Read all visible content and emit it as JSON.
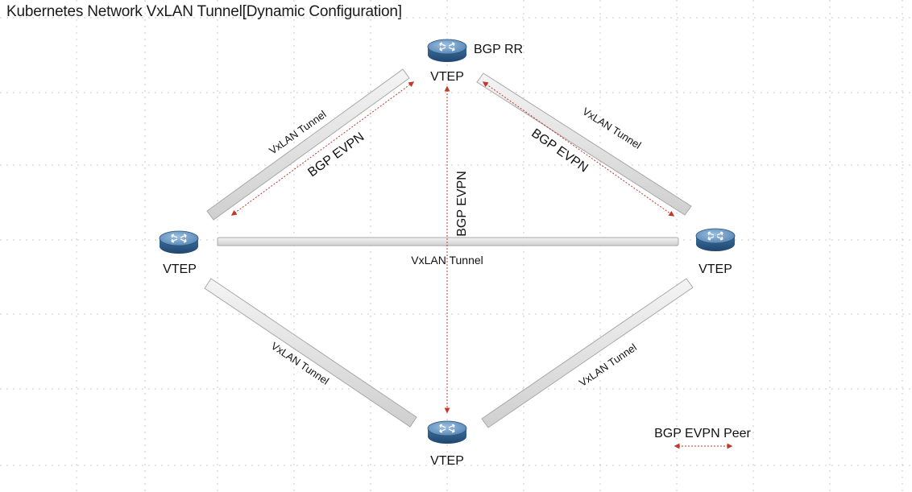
{
  "title": "Kubernetes Network VxLAN Tunnel[Dynamic Configuration]",
  "nodes": {
    "top": {
      "label": "VTEP",
      "role": "BGP RR"
    },
    "left": {
      "label": "VTEP"
    },
    "right": {
      "label": "VTEP"
    },
    "bottom": {
      "label": "VTEP"
    }
  },
  "tunnels": {
    "top_left": "VxLAN Tunnel",
    "top_right": "VxLAN Tunnel",
    "middle": "VxLAN Tunnel",
    "bottom_left": "VxLAN Tunnel",
    "bottom_right": "VxLAN Tunnel"
  },
  "bgp_links": {
    "left": "BGP EVPN",
    "right": "BGP EVPN",
    "vertical": "BGP EVPN"
  },
  "legend": {
    "label": "BGP EVPN Peer"
  },
  "colors": {
    "tunnel_fill": "#e4e4e4",
    "tunnel_stroke": "#a8a8a8",
    "bgp_link": "#c0392b",
    "router_body": "#2f5f8f",
    "router_top": "#6f9cc8",
    "grid": "#c8c8c8"
  }
}
